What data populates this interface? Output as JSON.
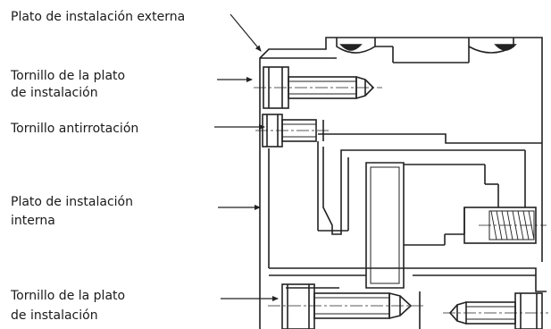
{
  "labels": {
    "external_plate": "Plato de instalación externa",
    "plate_screw_top_line1": "Tornillo de la plato",
    "plate_screw_top_line2": "de instalación",
    "anti_rotation_screw": "Tornillo antirrotación",
    "internal_plate_line1": "Plato de instalación",
    "internal_plate_line2": "interna",
    "plate_screw_bottom_line1": "Tornillo de la plato",
    "plate_screw_bottom_line2": "de instalación"
  },
  "colors": {
    "line": "#222222",
    "text": "#1a1a1a",
    "background": "#ffffff"
  }
}
